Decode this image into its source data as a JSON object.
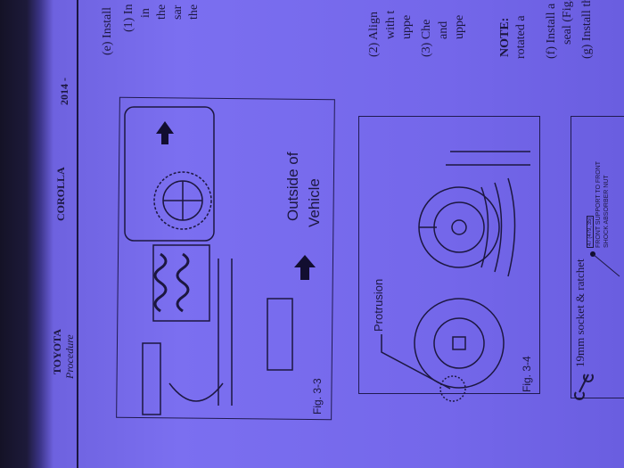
{
  "header": {
    "make": "TOYOTA",
    "section": "Procedure",
    "model": "COROLLA",
    "year": "2014 -"
  },
  "steps": {
    "e": "(e) Install",
    "e1": [
      "(1) In",
      "in",
      "the",
      "sar",
      "the"
    ],
    "e2": [
      "(2) Align",
      "with t",
      "uppe"
    ],
    "e3": [
      "(3) Che",
      "and",
      "uppe"
    ],
    "note_label": "NOTE:",
    "note_text": "rotated a",
    "f": [
      "(f) Install a n",
      "seal (Fig."
    ],
    "g": "(g) Install the"
  },
  "fig33": {
    "label": "Fig. 3-3",
    "direction_line1": "Outside of",
    "direction_line2": "Vehicle"
  },
  "fig34": {
    "label": "Fig. 3-4",
    "callout": "Protrusion"
  },
  "torque": {
    "tool": "19mm socket & ratchet",
    "spec": "47 (479, 35)",
    "line1": "FRONT SUPPORT TO FRONT",
    "line2": "SHOCK ABSORBER NUT"
  }
}
